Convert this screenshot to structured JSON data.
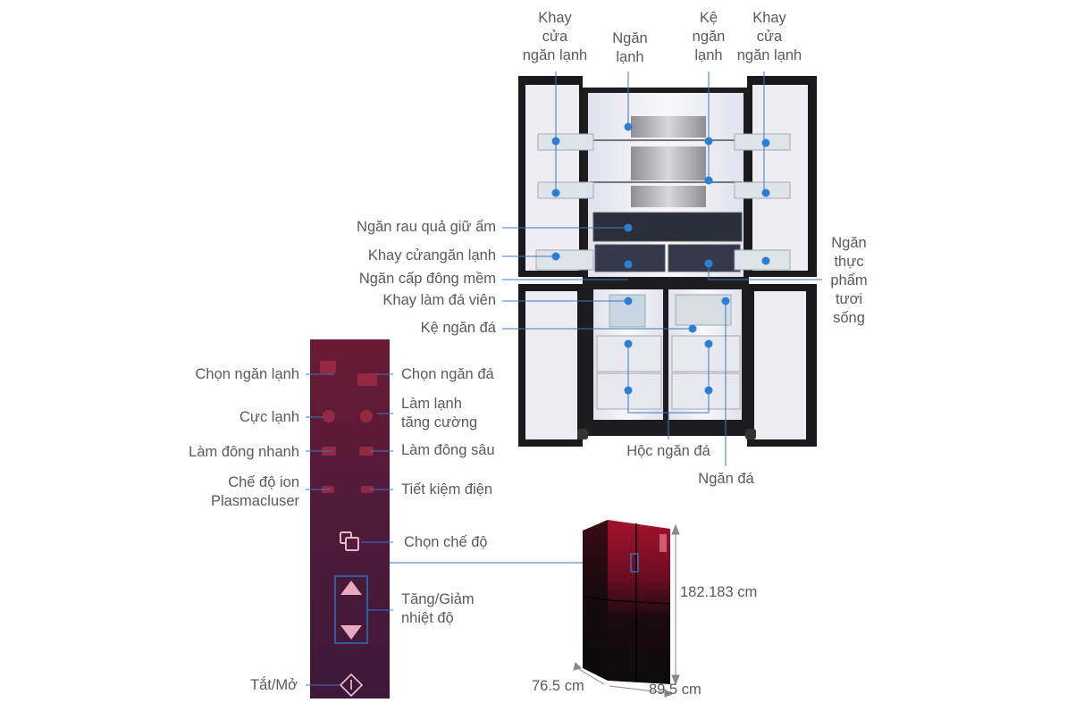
{
  "fridge_labels": {
    "door_tray_left": [
      "Khay",
      "cửa",
      "ngăn lạnh"
    ],
    "cold_compartment": [
      "Ngăn",
      "lạnh"
    ],
    "cold_shelf": [
      "Kệ",
      "ngăn",
      "lạnh"
    ],
    "door_tray_right": [
      "Khay",
      "cửa",
      "ngăn lạnh"
    ],
    "crisper": "Ngăn rau quả giữ ẩm",
    "door_tray_lower": "Khay cửangăn lạnh",
    "soft_freeze": "Ngăn cấp đông mềm",
    "ice_tray": "Khay làm đá viên",
    "ice_shelf": "Kệ ngăn đá",
    "fresh_food": [
      "Ngăn",
      "thực",
      "phẩm",
      "tươi",
      "sống"
    ],
    "freezer_drawer": "Hộc ngăn đá",
    "freezer": "Ngăn đá"
  },
  "panel_labels": {
    "select_cold": "Chọn ngăn lạnh",
    "select_freezer": "Chọn ngăn đá",
    "super_cool": "Cực lạnh",
    "boost_cool": [
      "Làm lạnh",
      "tăng cường"
    ],
    "quick_freeze": "Làm đông nhanh",
    "deep_freeze": "Làm đông sâu",
    "ion_mode": [
      "Chế độ ion",
      "Plasmacluser"
    ],
    "eco": "Tiết kiệm điện",
    "mode_select": "Chọn chế độ",
    "temp_adjust": [
      "Tăng/Giảm",
      "nhiệt độ"
    ],
    "power": "Tắt/Mở"
  },
  "dimensions": {
    "height": "182.183 cm",
    "depth": "76.5 cm",
    "width": "89.5 cm"
  },
  "colors": {
    "accent_dot": "#2a7fd4",
    "line": "#3a78c8",
    "label": "#5a5a5a",
    "panel_bg": "#5a1a2e"
  }
}
